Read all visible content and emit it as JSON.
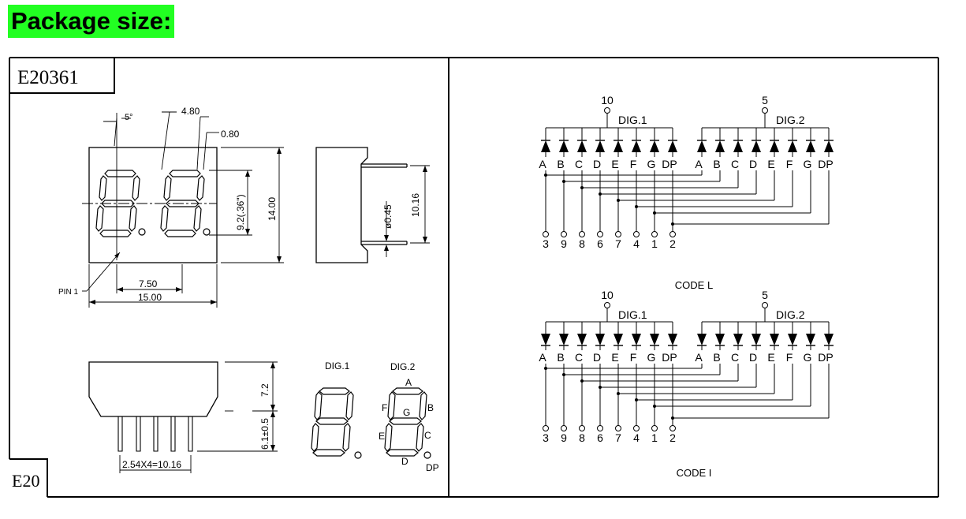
{
  "title": "Package size:",
  "model": "E20361",
  "series": "E20",
  "front_view": {
    "angle": "5°",
    "pitch": "4.80",
    "seg_width": "0.80",
    "char_height": "9.2(.36\")",
    "height": "14.00",
    "pin1": "PIN 1",
    "digit_pitch": "7.50",
    "width": "15.00"
  },
  "side_view": {
    "pin_dia": "ø0.45",
    "height": "10.16"
  },
  "bottom_view": {
    "body_h": "7.2",
    "pin_len": "6.1±0.5",
    "pin_span": "2.54X4=10.16"
  },
  "segment_view": {
    "dig1": "DIG.1",
    "dig2": "DIG.2",
    "labels": [
      "A",
      "B",
      "C",
      "D",
      "E",
      "F",
      "G",
      "DP"
    ]
  },
  "schematics": [
    {
      "code": "CODE L",
      "common": [
        "10",
        "5"
      ],
      "digits": [
        "DIG.1",
        "DIG.2"
      ],
      "segments": [
        "A",
        "B",
        "C",
        "D",
        "E",
        "F",
        "G",
        "DP"
      ],
      "pins": [
        "3",
        "9",
        "8",
        "6",
        "7",
        "4",
        "1",
        "2"
      ]
    },
    {
      "code": "CODE I",
      "common": [
        "10",
        "5"
      ],
      "digits": [
        "DIG.1",
        "DIG.2"
      ],
      "segments": [
        "A",
        "B",
        "C",
        "D",
        "E",
        "F",
        "G",
        "DP"
      ],
      "pins": [
        "3",
        "9",
        "8",
        "6",
        "7",
        "4",
        "1",
        "2"
      ]
    }
  ]
}
